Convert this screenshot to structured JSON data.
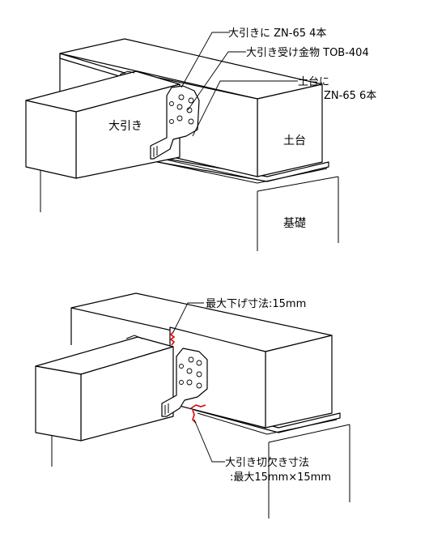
{
  "top_diagram": {
    "labels": {
      "beam": "大引き",
      "sill": "土台",
      "foundation": "基礎",
      "nails_beam": "大引きに ZN-65 4本",
      "hanger": "大引き受け金物 TOB-404",
      "nails_sill_line1": "土台に",
      "nails_sill_line2": "ZN-65 6本"
    }
  },
  "bottom_diagram": {
    "labels": {
      "max_drop": "最大下げ寸法:15mm",
      "notch_line1": "大引き切欠き寸法",
      "notch_line2": ":最大15mm×15mm"
    }
  },
  "colors": {
    "line": "#000000",
    "dimension_marker": "#e00000"
  }
}
